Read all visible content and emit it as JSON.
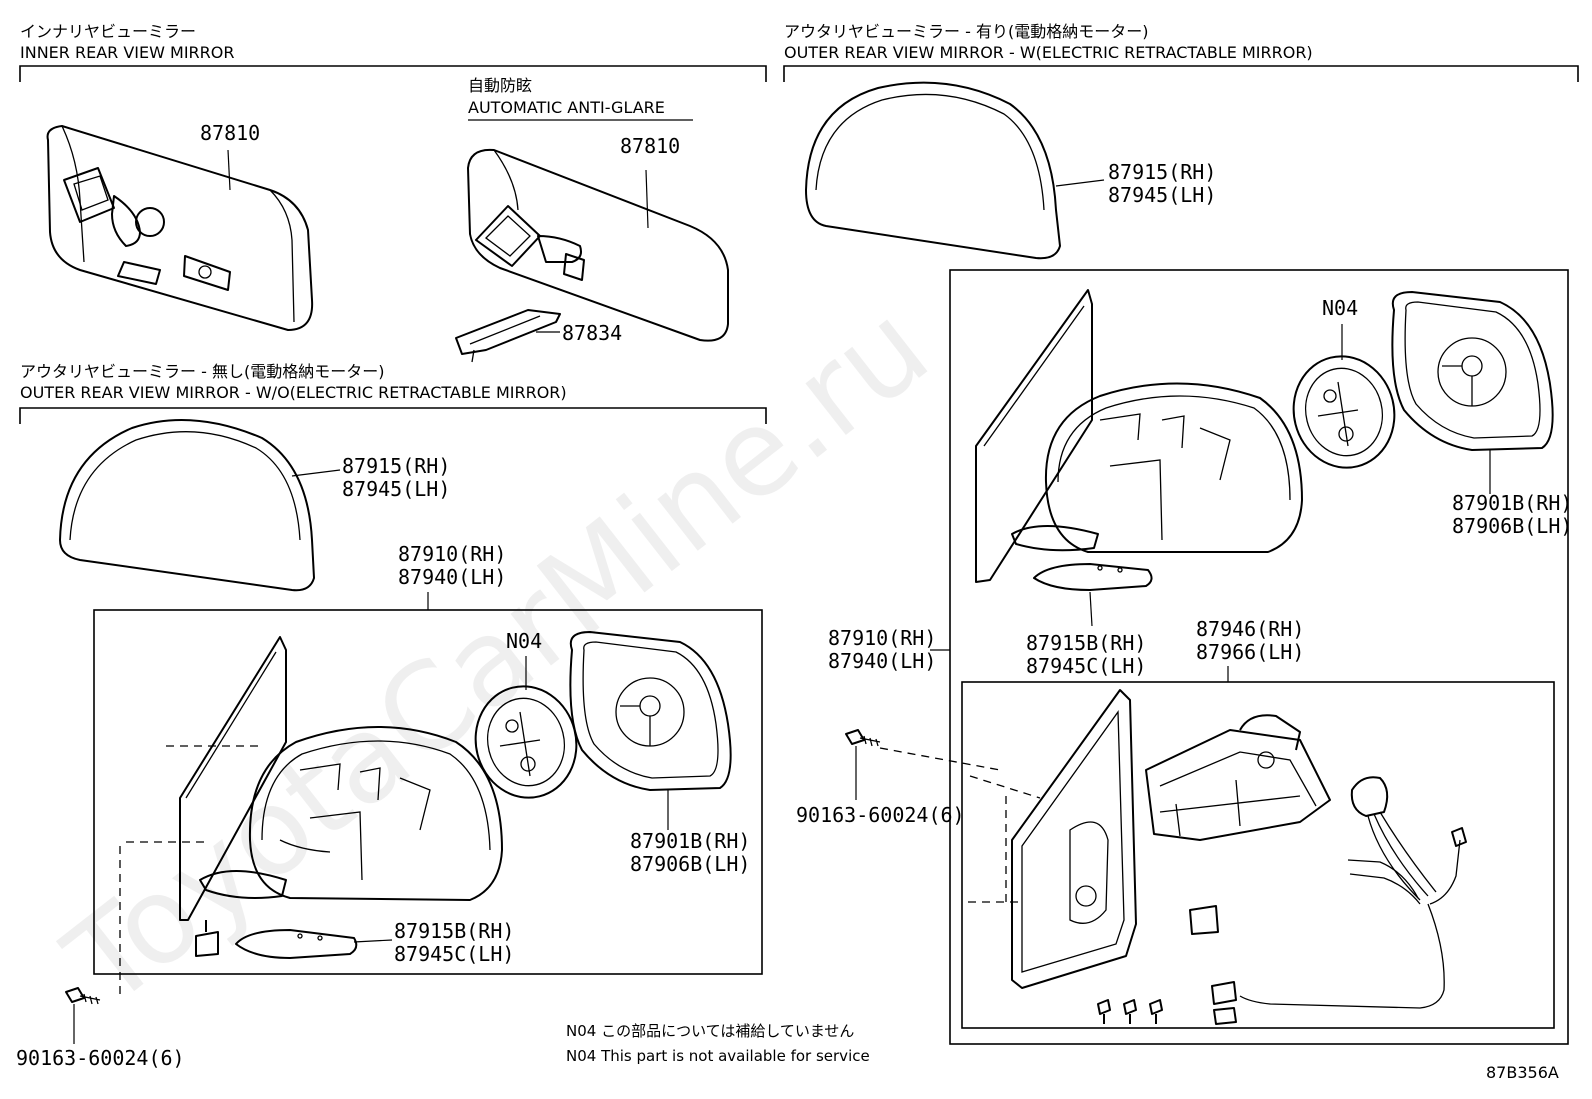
{
  "watermark": "ToyotaCarMine.ru",
  "sections": {
    "inner": {
      "title_jp": "インナリヤビューミラー",
      "title_en": "INNER REAR VIEW MIRROR"
    },
    "anti_glare": {
      "title_jp": "自動防眩",
      "title_en": "AUTOMATIC ANTI-GLARE"
    },
    "outer_wo": {
      "title_jp": "アウタリヤビューミラー - 無し(電動格納モーター)",
      "title_en": "OUTER REAR VIEW MIRROR - W/O(ELECTRIC RETRACTABLE MIRROR)"
    },
    "outer_w": {
      "title_jp": "アウタリヤビューミラー - 有り(電動格納モーター)",
      "title_en": "OUTER REAR VIEW MIRROR - W(ELECTRIC RETRACTABLE MIRROR)"
    }
  },
  "labels": {
    "inner_mirror": "87810",
    "ag_mirror": "87810",
    "ag_bracket": "87834",
    "wo_cover_rh": "87915(RH)",
    "wo_cover_lh": "87945(LH)",
    "wo_assy_rh": "87910(RH)",
    "wo_assy_lh": "87940(LH)",
    "wo_n04": "N04",
    "wo_glass_rh": "87901B(RH)",
    "wo_glass_lh": "87906B(LH)",
    "wo_lamp_rh": "87915B(RH)",
    "wo_lamp_lh": "87945C(LH)",
    "wo_screw": "90163-60024(6)",
    "w_cover_rh": "87915(RH)",
    "w_cover_lh": "87945(LH)",
    "w_n04": "N04",
    "w_glass_rh": "87901B(RH)",
    "w_glass_lh": "87906B(LH)",
    "w_lamp_rh": "87915B(RH)",
    "w_lamp_lh": "87945C(LH)",
    "w_assy_rh": "87910(RH)",
    "w_assy_lh": "87940(LH)",
    "w_motor_rh": "87946(RH)",
    "w_motor_lh": "87966(LH)",
    "w_screw": "90163-60024(6)"
  },
  "notes": {
    "n04_jp": "N04 この部品については補給していません",
    "n04_en": "N04 This part is not available for service"
  },
  "diagram_code": "87B356A"
}
